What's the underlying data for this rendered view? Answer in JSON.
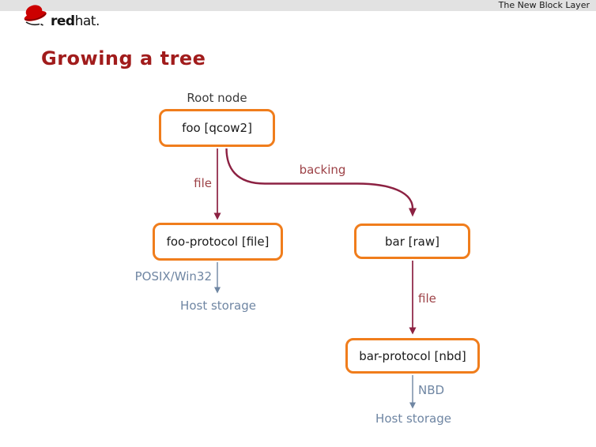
{
  "window": {
    "top_title": "The New Block Layer"
  },
  "logo": {
    "brand_bold": "red",
    "brand_rest": "hat."
  },
  "slide": {
    "title": "Growing a tree"
  },
  "diagram": {
    "root_annotation": "Root node",
    "nodes": [
      {
        "id": "foo",
        "label": "foo [qcow2]"
      },
      {
        "id": "foo-protocol",
        "label": "foo-protocol [file]"
      },
      {
        "id": "bar",
        "label": "bar [raw]"
      },
      {
        "id": "bar-protocol",
        "label": "bar-protocol [nbd]"
      }
    ],
    "edge_labels": [
      {
        "from": "foo",
        "to": "foo-protocol",
        "label": "file"
      },
      {
        "from": "foo",
        "to": "bar",
        "label": "backing"
      },
      {
        "from": "bar",
        "to": "bar-protocol",
        "label": "file"
      },
      {
        "from": "foo-protocol",
        "to": "host-storage",
        "label": "POSIX/Win32"
      },
      {
        "from": "bar-protocol",
        "to": "host-storage",
        "label": "NBD"
      }
    ],
    "outputs": [
      {
        "under": "foo-protocol",
        "label": "Host storage"
      },
      {
        "under": "bar-protocol",
        "label": "Host storage"
      }
    ],
    "colors": {
      "node_border": "#f07d1c",
      "block_edge_arrow": "#8c2142",
      "block_edge_label": "#9d4247",
      "storage_edge": "#6f86a3",
      "slide_title": "#a11c1c",
      "topbar_bg": "#e2e2e2",
      "logo_red": "#cc0000"
    }
  }
}
